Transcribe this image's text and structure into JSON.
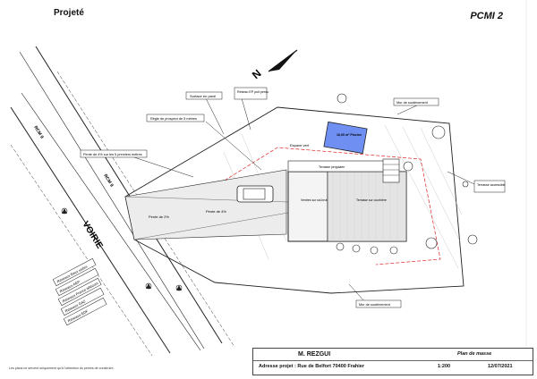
{
  "header": {
    "title": "Projeté",
    "sheet": "PCMI 2"
  },
  "footer": {
    "note": "Les plans ne servent uniquement qu'à l'obtention du permis de construire."
  },
  "cartouche": {
    "name": "M. REZGUI",
    "kind": "Plan de masse",
    "address": "Adresse projet : Rue de Belfort 70400 Frahier",
    "scale": "1:200",
    "date": "12/07/2021"
  },
  "north": {
    "label": "N"
  },
  "road": {
    "label": "VOIRIE",
    "rd_label": "RCM 9"
  },
  "callouts": {
    "surface_pave": "Surface en pavé",
    "reseau_ep": "Réseau EP\npuit perdu",
    "regle_prospect": "Règle de prospect de 5 mètres",
    "pente_4_5m": "Pente de 4% sur les 5 premiers mètres",
    "pente_2": "Pente de 2%",
    "pente_4": "Pente de 4%",
    "espace_vert": "Espace vert",
    "terrasse": "Terrasse accessible",
    "terrasse_pergola": "Terrasse pergolaée",
    "mur_sout_top": "Mur de soutènement",
    "mur_sout_bot": "Mur de soutènement",
    "piscine": "16,00 m²\nPiscine",
    "house_left": "Ventres sur\nsol-brut",
    "house_right": "Terrasse sur\ncourbière"
  },
  "networks": [
    "Réseaux Eaux usées",
    "Réseaux AEP",
    "Réseaux France télécom",
    "Réseaux GAZ",
    "Réseaux EDF"
  ]
}
